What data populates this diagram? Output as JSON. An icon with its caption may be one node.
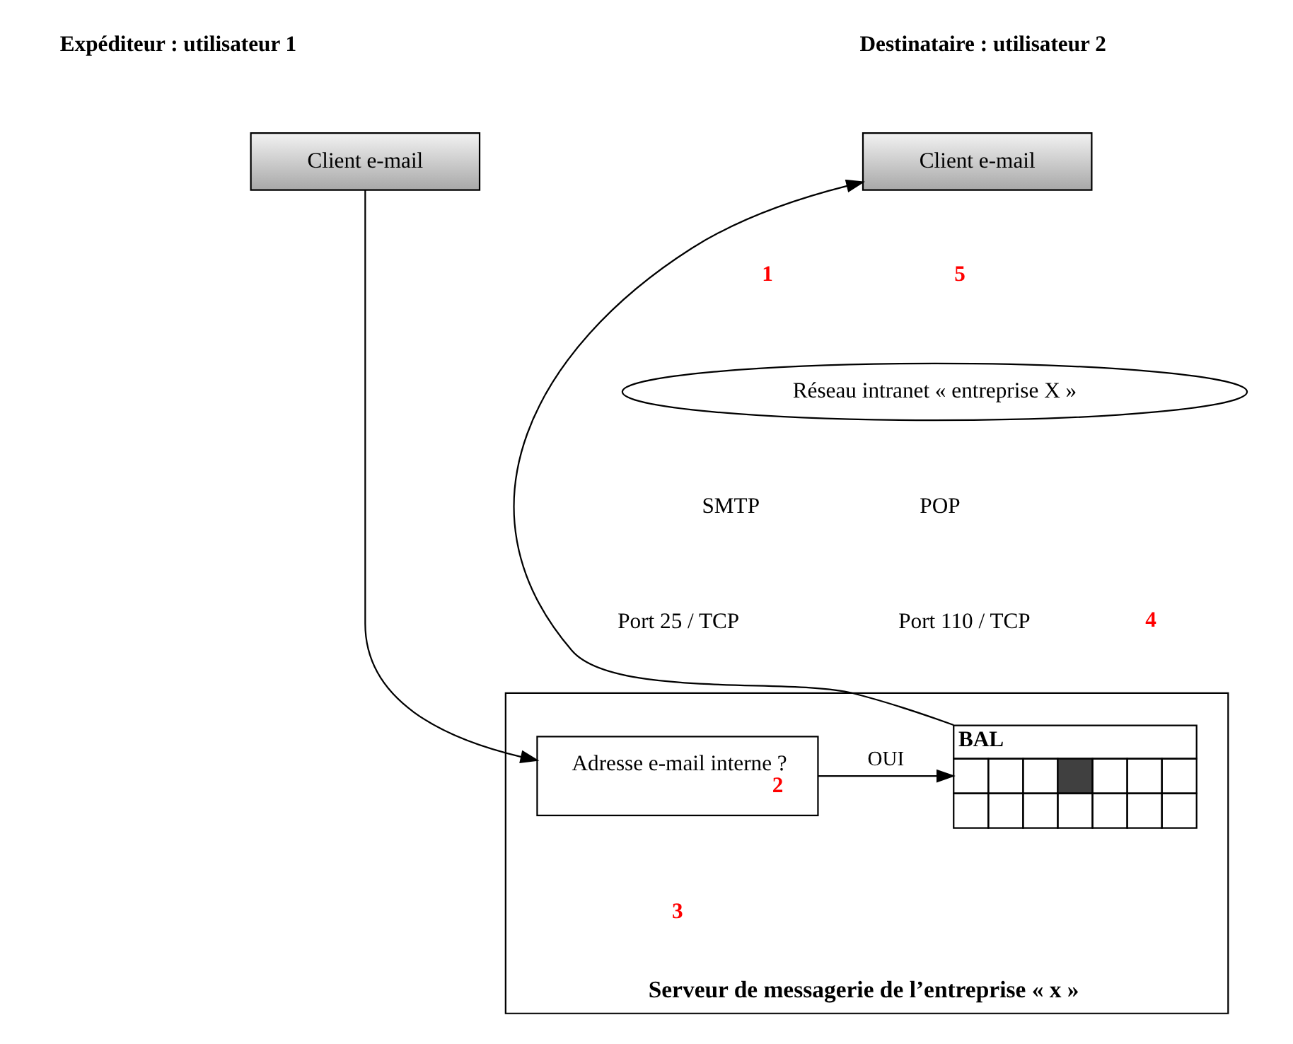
{
  "diagram": {
    "nodes": [
      {
        "text": [
          "Client e-mail"
        ]
      },
      {
        "text": [
          "Client e-mail"
        ]
      },
      {
        "text": [
          "Réseau intranet « entreprise X »"
        ]
      },
      {
        "text": [
          "Serveur de messagerie de l’entreprise « x »"
        ]
      },
      {
        "text": [
          "Adresse e-mail interne ?",
          "2"
        ],
        "in": 3
      },
      {
        "text": [
          "BAL"
        ],
        "in": 3
      }
    ],
    "edges": [
      {
        "from": 0,
        "to": 4,
        "arrow": "to"
      },
      {
        "from": 4,
        "to": 5,
        "arrow": "to",
        "label": "OUI"
      },
      {
        "from": 5,
        "to": 1,
        "arrow": "to"
      }
    ],
    "labels": [
      "Expéditeur : utilisateur 1",
      "Destinataire : utilisateur 2",
      "1",
      "5",
      "SMTP",
      "POP",
      "Port 25 / TCP",
      "Port 110 / TCP",
      "4",
      "3"
    ]
  }
}
